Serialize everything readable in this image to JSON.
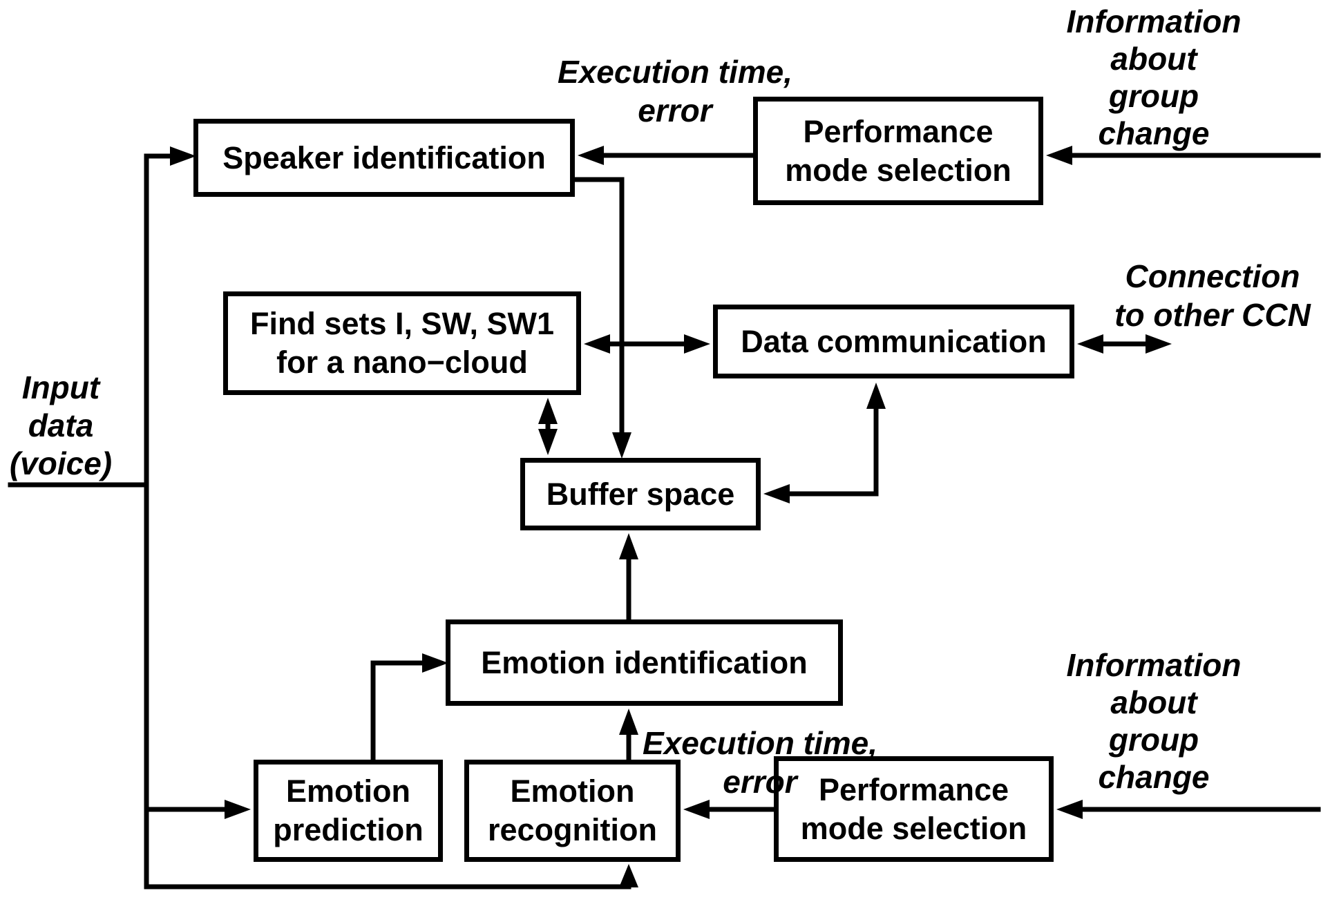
{
  "boxes": {
    "speaker_identification": {
      "lines": [
        "Speaker identification"
      ]
    },
    "performance_mode_selection_top": {
      "lines": [
        "Performance",
        "mode selection"
      ]
    },
    "find_sets": {
      "lines": [
        "Find sets I, SW, SW1",
        "for a nano−cloud"
      ]
    },
    "data_communication": {
      "lines": [
        "Data communication"
      ]
    },
    "buffer_space": {
      "lines": [
        "Buffer space"
      ]
    },
    "emotion_identification": {
      "lines": [
        "Emotion identification"
      ]
    },
    "emotion_prediction": {
      "lines": [
        "Emotion",
        "prediction"
      ]
    },
    "emotion_recognition": {
      "lines": [
        "Emotion",
        "recognition"
      ]
    },
    "performance_mode_selection_bottom": {
      "lines": [
        "Performance",
        "mode selection"
      ]
    }
  },
  "annotations": {
    "execution_time_top": {
      "lines": [
        "Execution time,",
        "error"
      ]
    },
    "information_group_change_top": {
      "lines": [
        "Information",
        "about",
        "group",
        "change"
      ]
    },
    "connection_other_ccn": {
      "lines": [
        "Connection",
        "to other CCN"
      ]
    },
    "input_data_voice": {
      "lines": [
        "Input",
        "data",
        "(voice)"
      ]
    },
    "execution_time_bottom": {
      "lines": [
        "Execution time,",
        "error"
      ]
    },
    "information_group_change_bottom": {
      "lines": [
        "Information",
        "about",
        "group",
        "change"
      ]
    }
  },
  "colors": {
    "line": "#000000",
    "background": "#ffffff",
    "text": "#000000"
  }
}
